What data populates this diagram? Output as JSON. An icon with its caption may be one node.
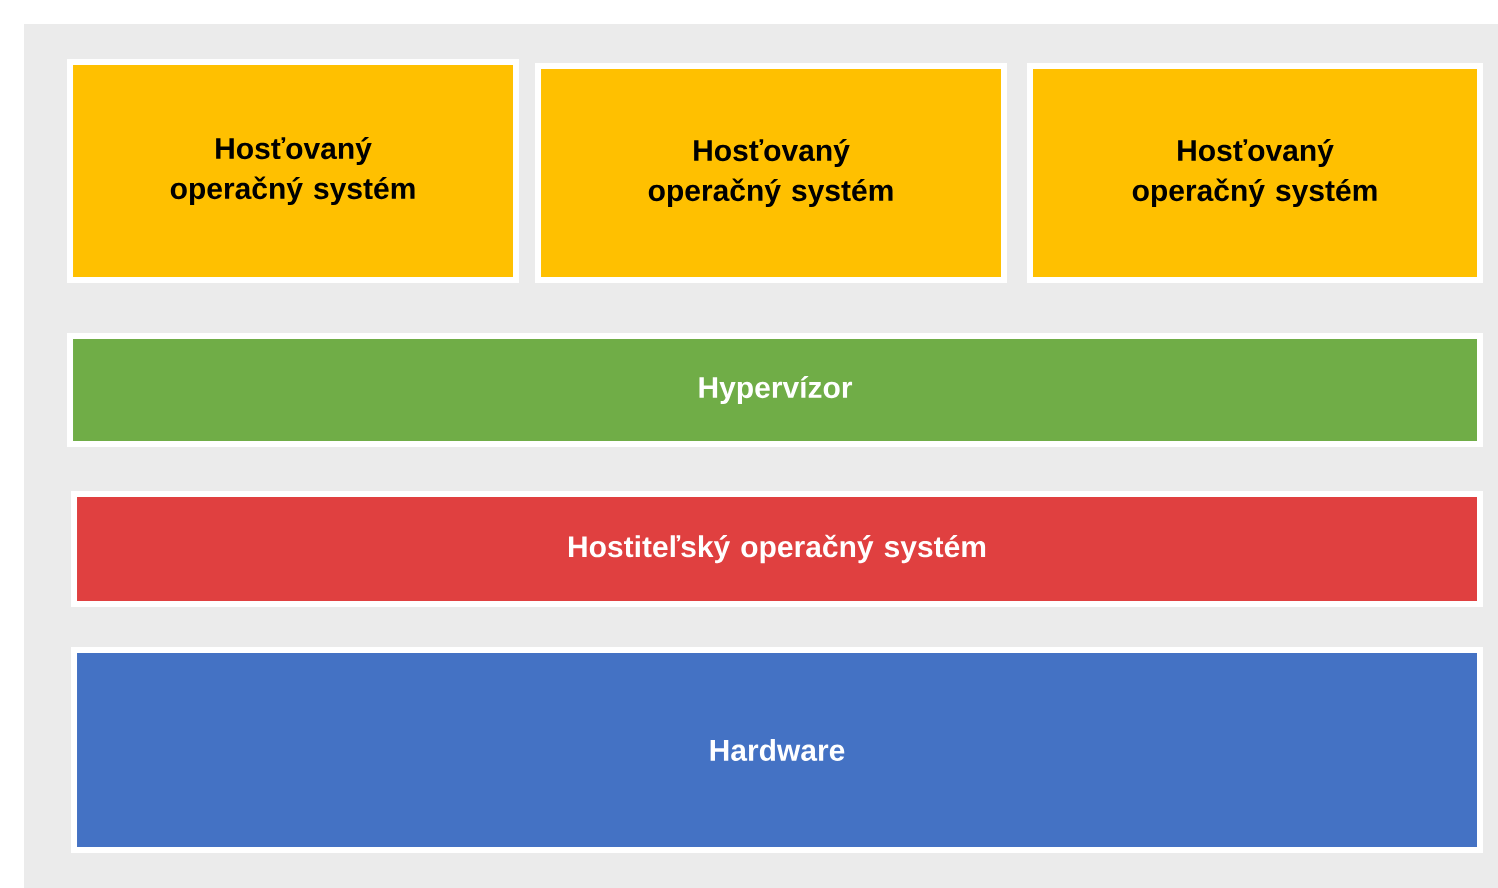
{
  "diagram": {
    "nodes": [
      {
        "text": [
          "Hosťovaný operačný systém"
        ]
      },
      {
        "text": [
          "Hosťovaný operačný systém"
        ]
      },
      {
        "text": [
          "Hosťovaný operačný systém"
        ]
      },
      {
        "text": [
          "Hypervízor"
        ]
      },
      {
        "text": [
          "Hostiteľský operačný systém"
        ]
      },
      {
        "text": [
          "Hardware"
        ]
      }
    ]
  }
}
